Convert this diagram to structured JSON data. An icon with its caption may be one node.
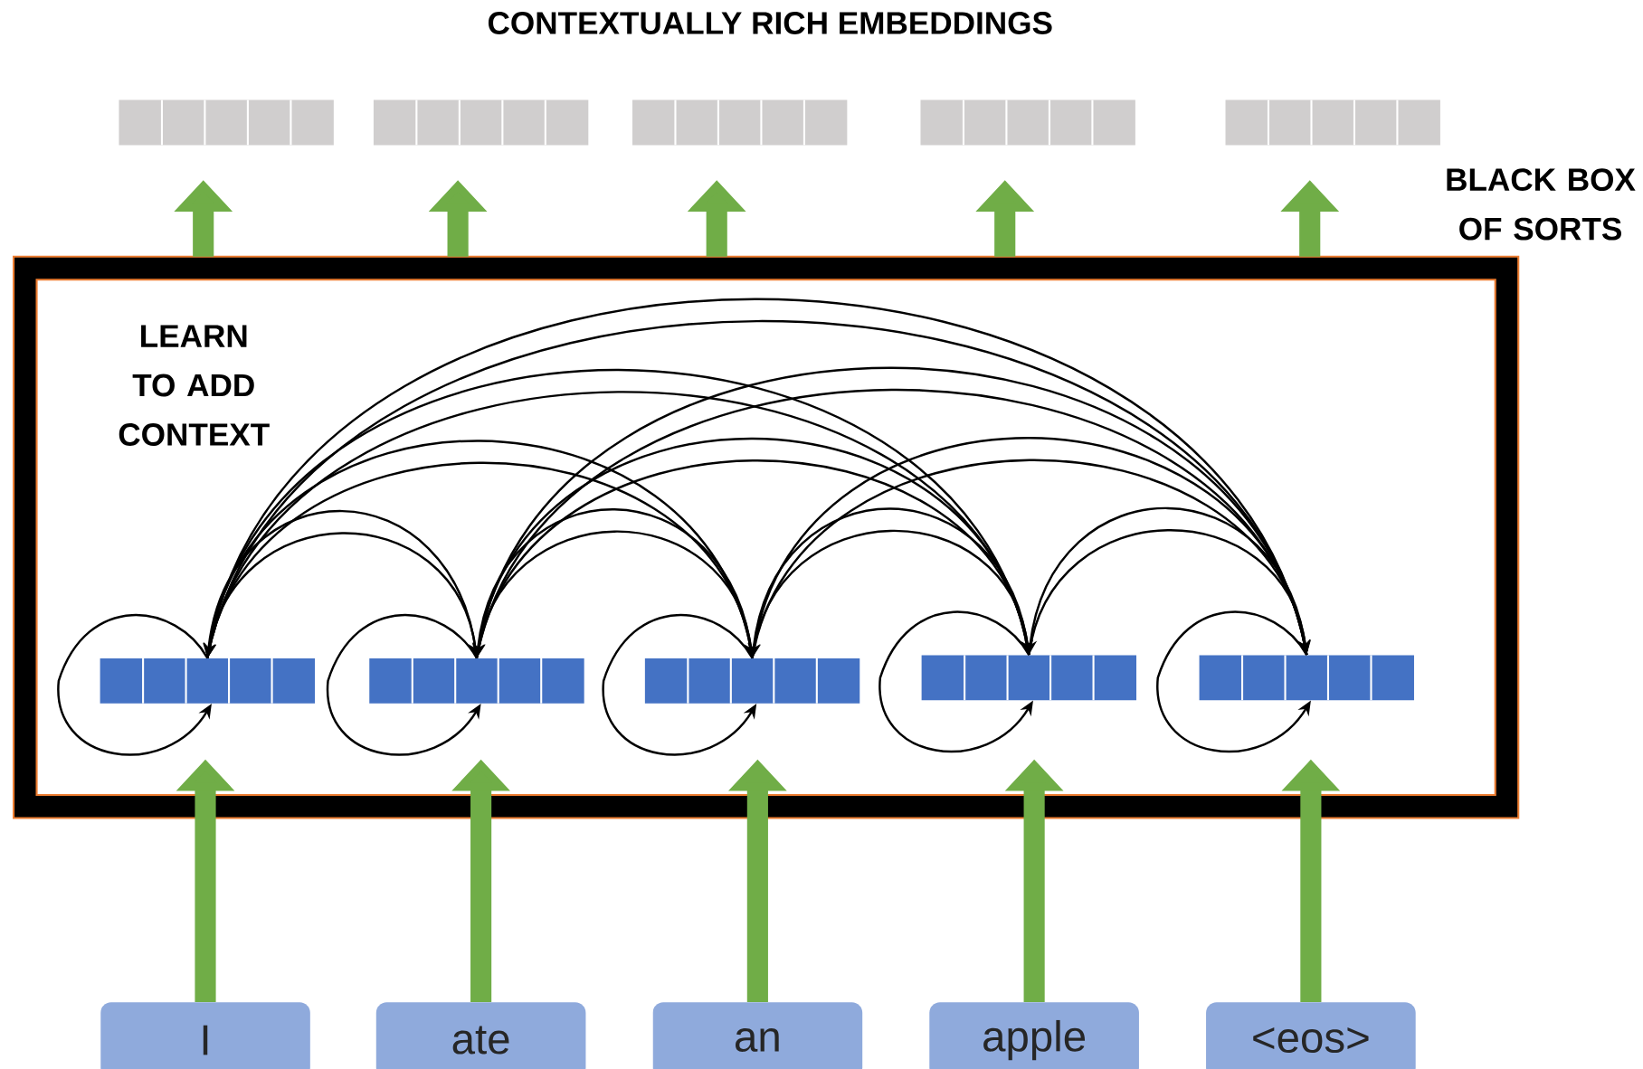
{
  "diagram": {
    "title": "CONTEXTUALLY RICH EMBEDDINGS",
    "nodes": [
      {
        "text": [
          "LEARN TO ADD CONTEXT"
        ],
        "beside": [
          "BLACK BOX OF SORTS"
        ]
      },
      {
        "text": [
          "I"
        ]
      },
      {
        "text": [
          "ate"
        ]
      },
      {
        "text": [
          "an"
        ]
      },
      {
        "text": [
          "apple"
        ]
      },
      {
        "text": [
          "<eos>"
        ]
      },
      {
        "text": [],
        "shape": "bar",
        "in": 0
      },
      {
        "text": [],
        "shape": "bar",
        "in": 0
      },
      {
        "text": [],
        "shape": "bar",
        "in": 0
      },
      {
        "text": [],
        "shape": "bar",
        "in": 0
      },
      {
        "text": [],
        "shape": "bar",
        "in": 0
      },
      {
        "text": [],
        "shape": "bar"
      },
      {
        "text": [],
        "shape": "bar"
      },
      {
        "text": [],
        "shape": "bar"
      },
      {
        "text": [],
        "shape": "bar"
      },
      {
        "text": [],
        "shape": "bar"
      }
    ],
    "edges": [
      {
        "from": 1,
        "to": 6,
        "arrow": "to",
        "style": "thick",
        "color": "#70ad47"
      },
      {
        "from": 2,
        "to": 7,
        "arrow": "to",
        "style": "thick",
        "color": "#70ad47"
      },
      {
        "from": 3,
        "to": 8,
        "arrow": "to",
        "style": "thick",
        "color": "#70ad47"
      },
      {
        "from": 4,
        "to": 9,
        "arrow": "to",
        "style": "thick",
        "color": "#70ad47"
      },
      {
        "from": 5,
        "to": 10,
        "arrow": "to",
        "style": "thick",
        "color": "#70ad47"
      },
      {
        "from": 6,
        "to": 6,
        "arrow": "to"
      },
      {
        "from": 7,
        "to": 7,
        "arrow": "to"
      },
      {
        "from": 8,
        "to": 8,
        "arrow": "to"
      },
      {
        "from": 9,
        "to": 9,
        "arrow": "to"
      },
      {
        "from": 10,
        "to": 10,
        "arrow": "to"
      },
      {
        "from": 6,
        "to": 7,
        "arrow": "to"
      },
      {
        "from": 6,
        "to": 8,
        "arrow": "to"
      },
      {
        "from": 6,
        "to": 9,
        "arrow": "to"
      },
      {
        "from": 6,
        "to": 10,
        "arrow": "to"
      },
      {
        "from": 7,
        "to": 6,
        "arrow": "to"
      },
      {
        "from": 7,
        "to": 8,
        "arrow": "to"
      },
      {
        "from": 7,
        "to": 9,
        "arrow": "to"
      },
      {
        "from": 7,
        "to": 10,
        "arrow": "to"
      },
      {
        "from": 8,
        "to": 6,
        "arrow": "to"
      },
      {
        "from": 8,
        "to": 7,
        "arrow": "to"
      },
      {
        "from": 8,
        "to": 9,
        "arrow": "to"
      },
      {
        "from": 8,
        "to": 10,
        "arrow": "to"
      },
      {
        "from": 9,
        "to": 6,
        "arrow": "to"
      },
      {
        "from": 9,
        "to": 7,
        "arrow": "to"
      },
      {
        "from": 9,
        "to": 8,
        "arrow": "to"
      },
      {
        "from": 9,
        "to": 10,
        "arrow": "to"
      },
      {
        "from": 10,
        "to": 6,
        "arrow": "to"
      },
      {
        "from": 10,
        "to": 7,
        "arrow": "to"
      },
      {
        "from": 10,
        "to": 8,
        "arrow": "to"
      },
      {
        "from": 10,
        "to": 9,
        "arrow": "to"
      },
      {
        "from": 0,
        "to": 11,
        "arrow": "to",
        "style": "thick",
        "color": "#70ad47"
      },
      {
        "from": 0,
        "to": 12,
        "arrow": "to",
        "style": "thick",
        "color": "#70ad47"
      },
      {
        "from": 0,
        "to": 13,
        "arrow": "to",
        "style": "thick",
        "color": "#70ad47"
      },
      {
        "from": 0,
        "to": 14,
        "arrow": "to",
        "style": "thick",
        "color": "#70ad47"
      },
      {
        "from": 0,
        "to": 15,
        "arrow": "to",
        "style": "thick",
        "color": "#70ad47"
      }
    ]
  }
}
